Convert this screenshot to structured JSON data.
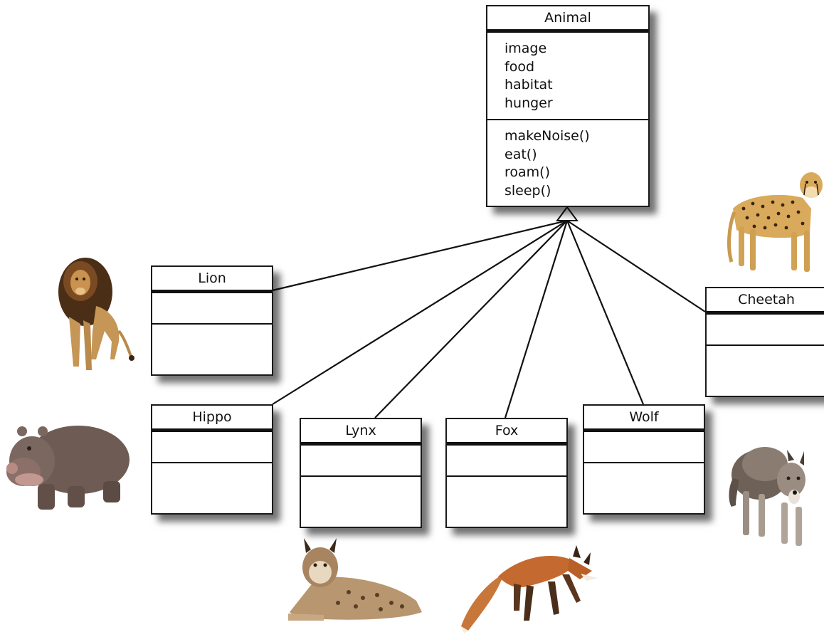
{
  "superclass": {
    "name": "Animal",
    "attributes": [
      "image",
      "food",
      "habitat",
      "hunger"
    ],
    "methods": [
      "makeNoise()",
      "eat()",
      "roam()",
      "sleep()"
    ]
  },
  "subclasses": {
    "lion": "Lion",
    "hippo": "Hippo",
    "lynx": "Lynx",
    "fox": "Fox",
    "wolf": "Wolf",
    "cheetah": "Cheetah"
  },
  "photos": [
    "lion",
    "hippo",
    "lynx",
    "fox",
    "wolf",
    "cheetah"
  ],
  "colors": {
    "line": "#111111",
    "box_border": "#1a1a1a",
    "background": "#ffffff"
  }
}
